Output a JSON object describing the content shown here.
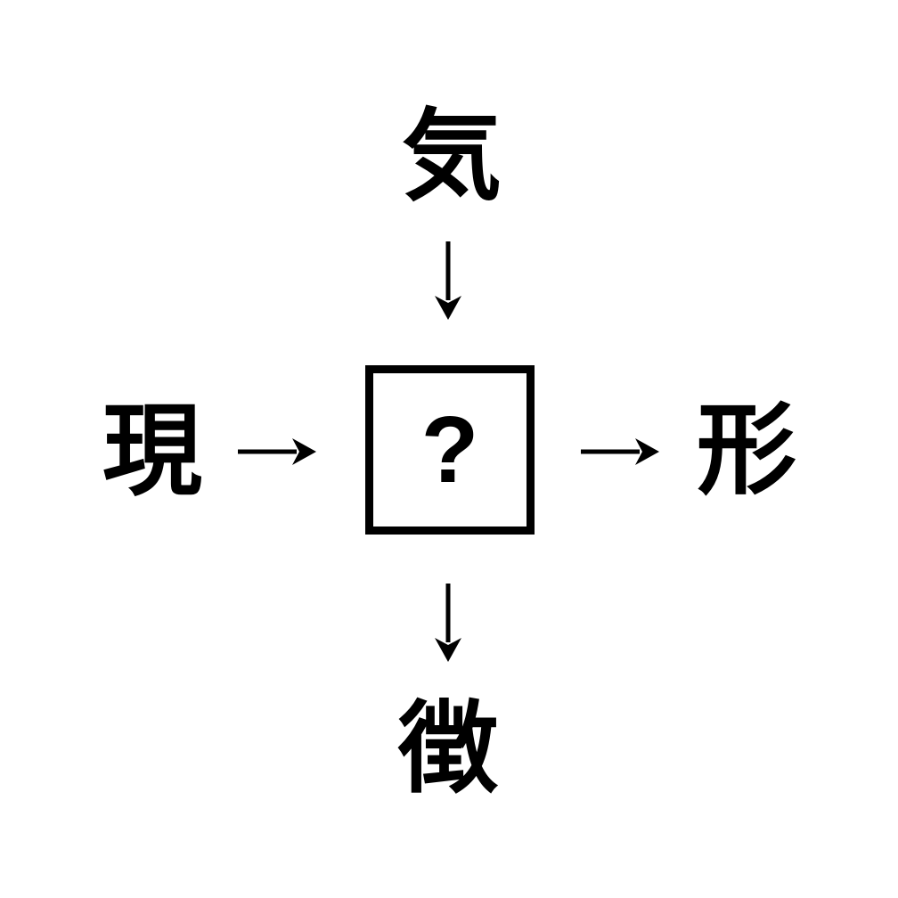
{
  "puzzle": {
    "type": "kanji-fill-in-the-blank",
    "top_kanji": "気",
    "left_kanji": "現",
    "center_placeholder": "?",
    "right_kanji": "形",
    "bottom_kanji": "徴"
  },
  "icons": {
    "arrow_down": "↓",
    "arrow_right": "→"
  },
  "colors": {
    "ink": "#000000",
    "background": "#ffffff"
  }
}
